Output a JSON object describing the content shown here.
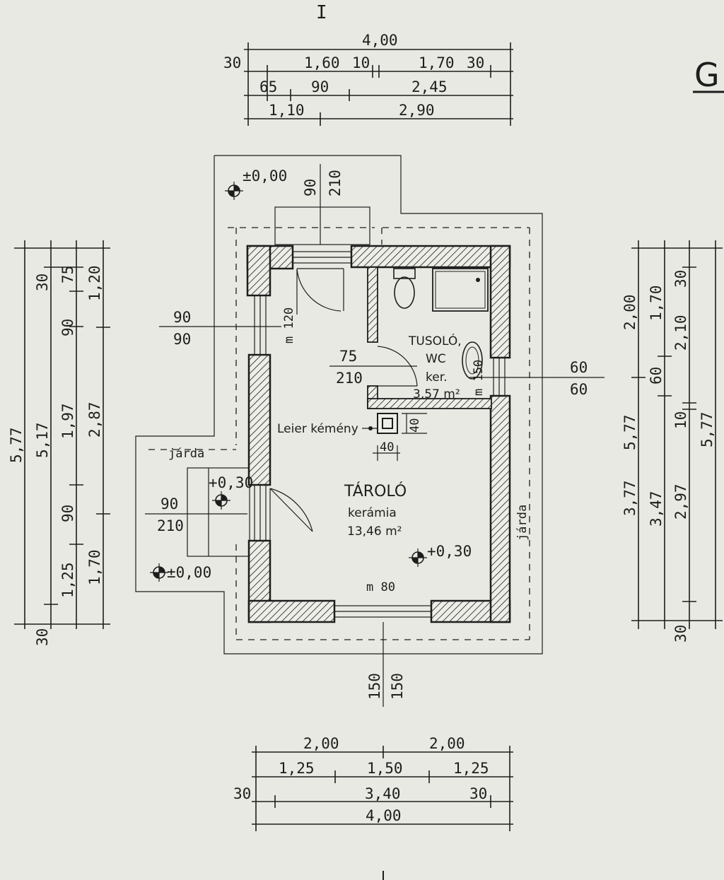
{
  "sheet_letter": "G",
  "section_mark": "I",
  "top_dimensions": {
    "row1": [
      "4,00"
    ],
    "row2": [
      "30",
      "1,60",
      "10",
      "1,70",
      "30"
    ],
    "row3": [
      "65",
      "90",
      "2,45"
    ],
    "row4": [
      "1,10",
      "2,90"
    ]
  },
  "bottom_dimensions": {
    "row1": [
      "2,00",
      "2,00"
    ],
    "row2": [
      "1,25",
      "1,50",
      "1,25"
    ],
    "row3": [
      "30",
      "3,40",
      "30"
    ],
    "row4": [
      "4,00"
    ]
  },
  "left_dimensions": {
    "col1": [
      "5,77"
    ],
    "col2": [
      "30",
      "5,17",
      "30"
    ],
    "col3": [
      "75",
      "90",
      "1,97",
      "90",
      "1,25"
    ],
    "col4": [
      "1,20",
      "2,87",
      "1,70"
    ]
  },
  "right_dimensions": {
    "col1": [
      "2,00",
      "3,77"
    ],
    "col2": [
      "5,77"
    ],
    "col3": [
      "1,70",
      "60",
      "3,47"
    ],
    "col4": [
      "30",
      "2,10",
      "10",
      "2,97",
      "30"
    ],
    "col5": [
      "5,77"
    ]
  },
  "elevations": {
    "top_left": "±0,00",
    "entrance": "+0,30",
    "lower_left": "±0,00",
    "storage": "+0,30"
  },
  "openings": {
    "main_door_top": "90",
    "main_door_bottom": "210",
    "left_window_top": "90",
    "left_window_bottom": "90",
    "left_window_height": "m 120",
    "side_door_top": "90",
    "side_door_bottom": "210",
    "inner_door_top": "75",
    "inner_door_bottom": "210",
    "right_window_top": "60",
    "right_window_bottom": "60",
    "right_window_height": "m 150",
    "bottom_window_height": "m 80",
    "bottom_window_top": "150",
    "bottom_window_bottom": "150"
  },
  "rooms": {
    "shower": {
      "name_line1": "TUSOLÓ,",
      "name_line2": "WC",
      "floor": "ker.",
      "area": "3,57 m²"
    },
    "storage": {
      "name": "TÁROLÓ",
      "floor": "kerámia",
      "area": "13,46 m²"
    }
  },
  "chimney": {
    "label": "Leier kémény",
    "dim_x": "40",
    "dim_y": "40"
  },
  "walkway_label_left": "járda",
  "walkway_label_right": "járda"
}
